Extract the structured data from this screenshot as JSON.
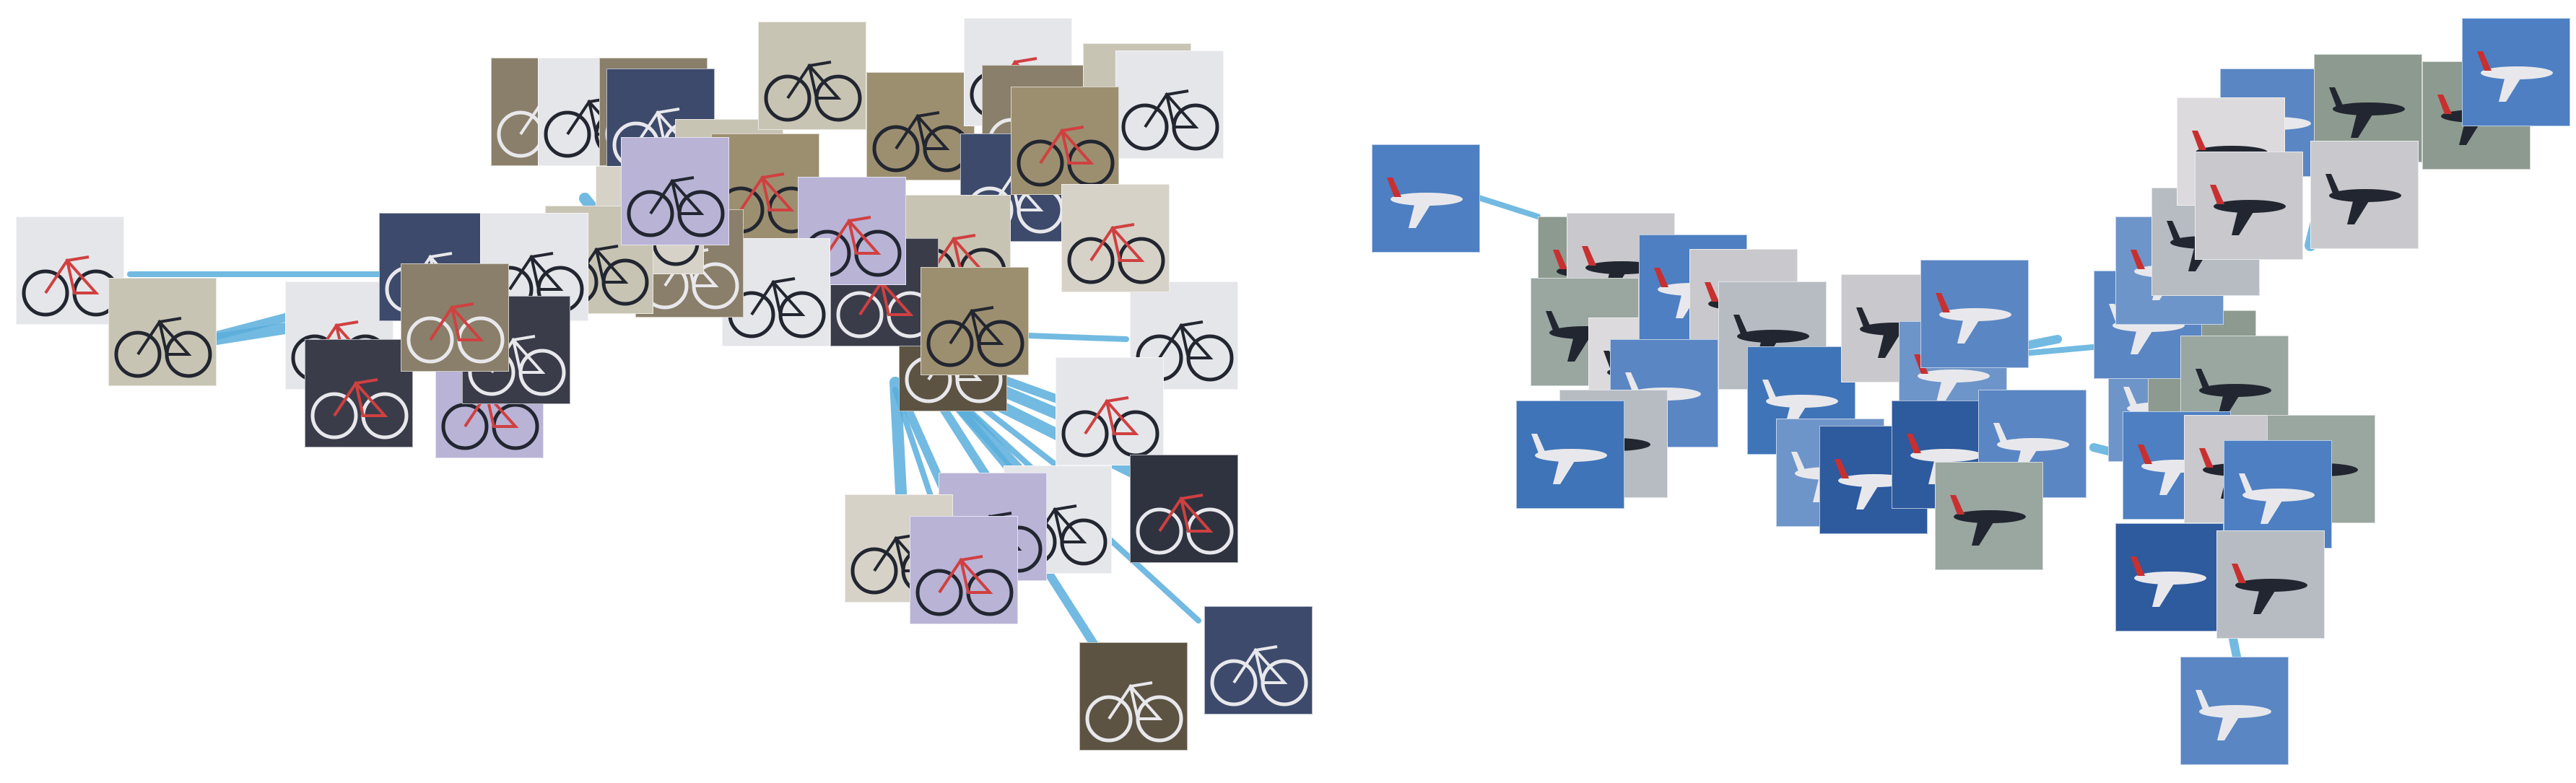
{
  "figure": {
    "panels": [
      {
        "id": "bicycles",
        "subject": "bicycle",
        "edge_color": "#5aaedc",
        "node_count": 43,
        "palettes": [
          "#3a3c4a",
          "#c8c4b4",
          "#b9b3d6",
          "#5c5343",
          "#e5e6ea",
          "#3d4a6b",
          "#8a7f6a",
          "#d6d2c8",
          "#2f3340",
          "#9c8f70"
        ]
      },
      {
        "id": "airplanes",
        "subject": "airplane",
        "edge_color": "#5aaedc",
        "node_count": 40,
        "palettes": [
          "#3f74b8",
          "#c9c8cc",
          "#9aa6a0",
          "#5a86c4",
          "#dcdadc",
          "#2e5a9e",
          "#b7bcc3",
          "#4d7fc2",
          "#8d9a8f",
          "#6e95c9"
        ]
      }
    ]
  }
}
